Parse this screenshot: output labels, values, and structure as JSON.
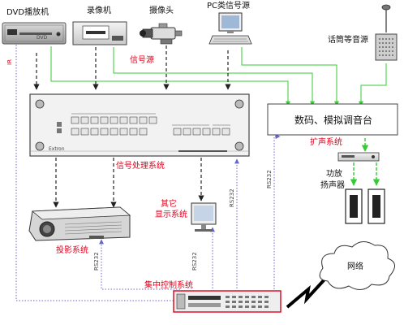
{
  "labels": {
    "dvd": "DVD播放机",
    "vcr": "录像机",
    "camera": "摄像头",
    "pc": "PC类信号源",
    "mic": "话筒等音源",
    "signal_source": "信号源",
    "mixer": "数码、模拟调音台",
    "amp_system": "扩声系统",
    "amp": "功放",
    "speaker": "扬声器",
    "signal_processing": "信号处理系统",
    "other_display_1": "其它",
    "other_display_2": "显示系统",
    "projection": "投影系统",
    "central_control": "集中控制系统",
    "network": "网络",
    "ir": "IR",
    "rs232": "RS232",
    "dvd_face": "DVD",
    "brand": "Extron"
  },
  "colors": {
    "green": "#33cc33",
    "blue_dotted": "#6666cc",
    "red": "#e0001b",
    "dashed_black": "#222222"
  }
}
